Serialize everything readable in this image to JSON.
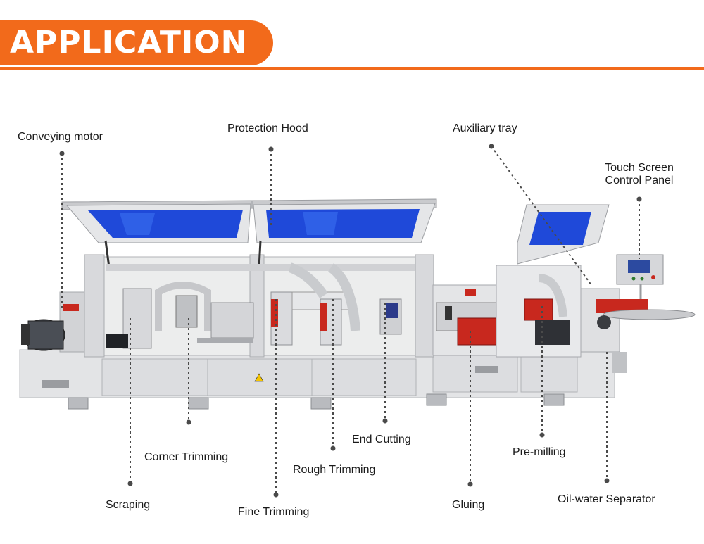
{
  "header": {
    "title": "APPLICATION"
  },
  "colors": {
    "accent": "#f26a1b",
    "glass": "#1f49d9",
    "machine_body": "#e6e7e9",
    "red_part": "#c8281e"
  },
  "labels": {
    "conveying_motor": "Conveying motor",
    "protection_hood": "Protection Hood",
    "auxiliary_tray": "Auxiliary tray",
    "touch_screen_line1": "Touch Screen",
    "touch_screen_line2": "Control Panel",
    "corner_trimming": "Corner Trimming",
    "end_cutting": "End Cutting",
    "pre_milling": "Pre-milling",
    "rough_trimming": "Rough Trimming",
    "scraping": "Scraping",
    "fine_trimming": "Fine Trimming",
    "gluing": "Gluing",
    "oil_water_separator": "Oil-water Separator"
  }
}
